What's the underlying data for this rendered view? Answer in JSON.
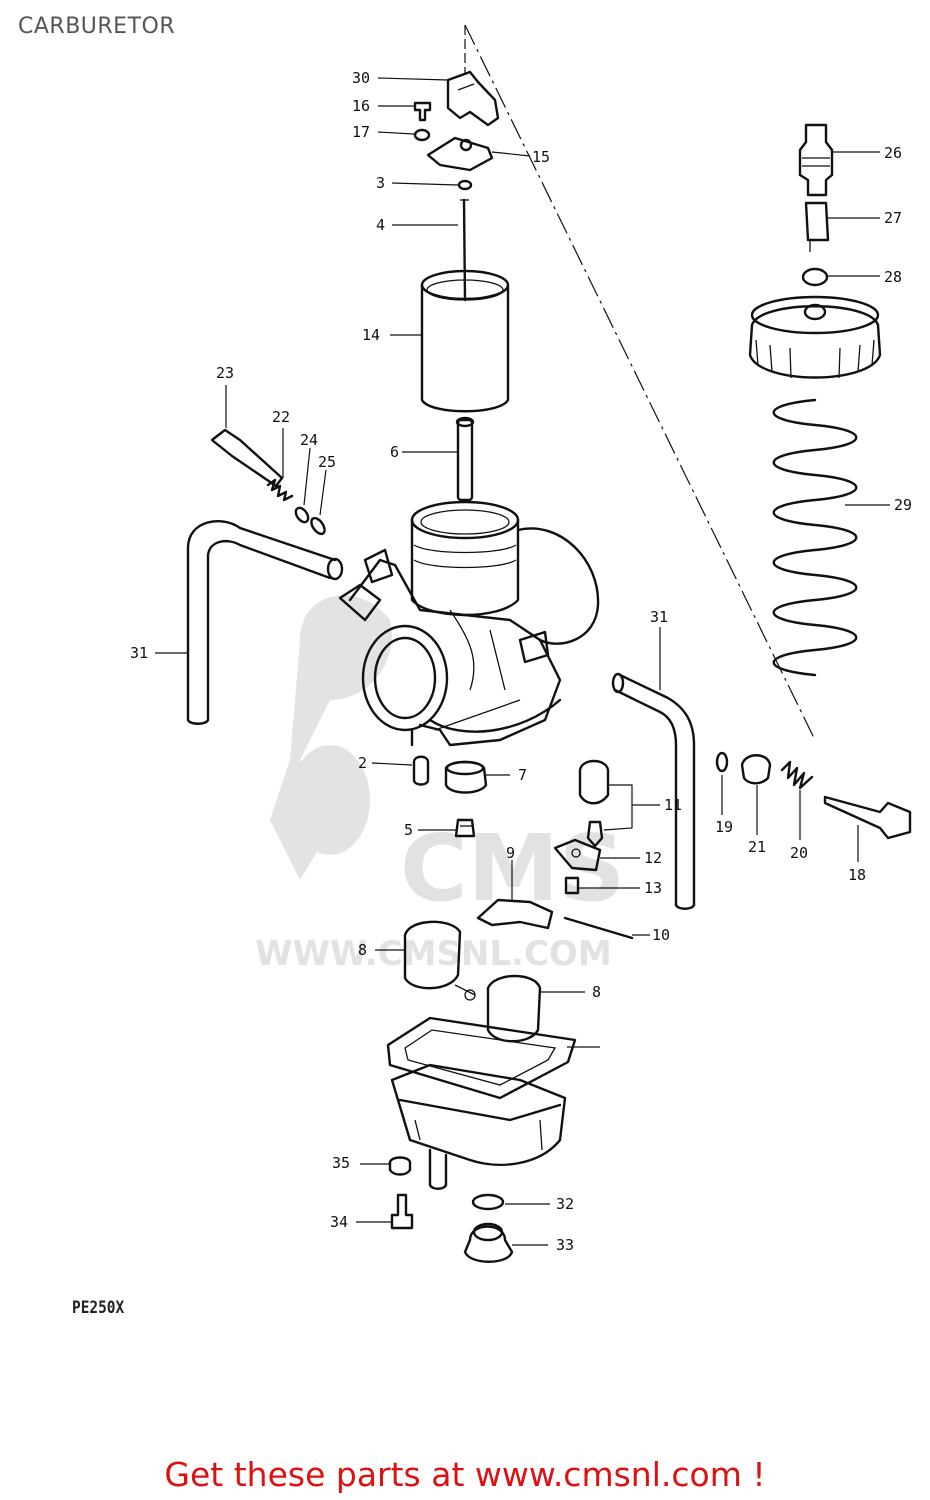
{
  "header": {
    "title": "CARBURETOR"
  },
  "diagram": {
    "model_code": "PE250X",
    "watermark": {
      "brand": "CMS",
      "url": "WWW.CMSNL.COM"
    },
    "callouts": {
      "c30": "30",
      "c16": "16",
      "c17": "17",
      "c15": "15",
      "c3": "3",
      "c4": "4",
      "c14": "14",
      "c23": "23",
      "c22": "22",
      "c24": "24",
      "c25": "25",
      "c6": "6",
      "c31a": "31",
      "c31b": "31",
      "c26": "26",
      "c27": "27",
      "c28": "28",
      "c29": "29",
      "c2": "2",
      "c7": "7",
      "c5": "5",
      "c11": "11",
      "c12": "12",
      "c13": "13",
      "c9": "9",
      "c10": "10",
      "c8a": "8",
      "c8b": "8",
      "c19": "19",
      "c21": "21",
      "c20": "20",
      "c18": "18",
      "c35": "35",
      "c32": "32",
      "c34": "34",
      "c33": "33"
    }
  },
  "footer": {
    "text": "Get these parts at www.cmsnl.com !"
  }
}
